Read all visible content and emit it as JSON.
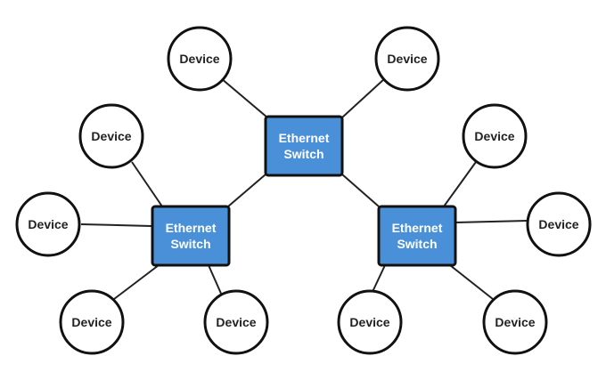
{
  "colors": {
    "switch_fill": "#4a90d9",
    "outline": "#111111",
    "device_fill": "#ffffff",
    "background": "#ffffff"
  },
  "switch_label": [
    "Ethernet",
    "Switch"
  ],
  "device_label": "Device",
  "switches": [
    {
      "id": "center",
      "label": [
        "Ethernet",
        "Switch"
      ]
    },
    {
      "id": "left",
      "label": [
        "Ethernet",
        "Switch"
      ]
    },
    {
      "id": "right",
      "label": [
        "Ethernet",
        "Switch"
      ]
    }
  ],
  "devices": [
    {
      "id": "top-left",
      "label": "Device",
      "connected_to": "center"
    },
    {
      "id": "top-right",
      "label": "Device",
      "connected_to": "center"
    },
    {
      "id": "left-upper",
      "label": "Device",
      "connected_to": "left"
    },
    {
      "id": "left-middle",
      "label": "Device",
      "connected_to": "left"
    },
    {
      "id": "left-bottom-left",
      "label": "Device",
      "connected_to": "left"
    },
    {
      "id": "left-bottom-right",
      "label": "Device",
      "connected_to": "left"
    },
    {
      "id": "right-upper",
      "label": "Device",
      "connected_to": "right"
    },
    {
      "id": "right-middle",
      "label": "Device",
      "connected_to": "right"
    },
    {
      "id": "right-bottom-left",
      "label": "Device",
      "connected_to": "right"
    },
    {
      "id": "right-bottom-right",
      "label": "Device",
      "connected_to": "right"
    }
  ],
  "switch_links": [
    {
      "from": "center",
      "to": "left"
    },
    {
      "from": "center",
      "to": "right"
    }
  ]
}
